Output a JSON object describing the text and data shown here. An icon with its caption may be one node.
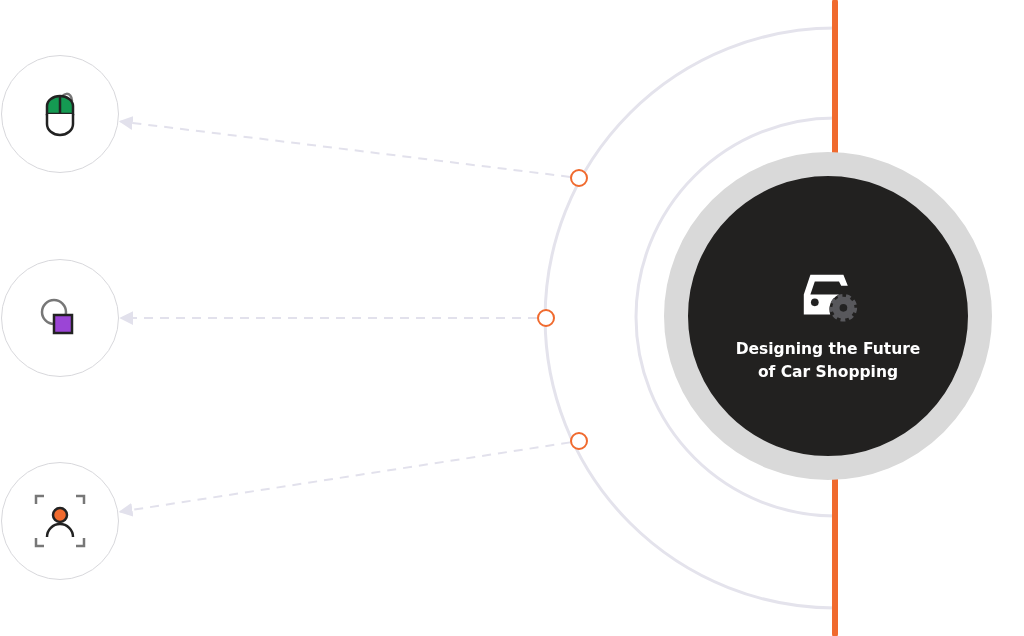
{
  "diagram": {
    "nodes": [
      {
        "text": [
          "Designing the Future of Car Shopping"
        ]
      },
      {
        "text": [],
        "shape": "circle"
      },
      {
        "text": [],
        "shape": "circle"
      },
      {
        "text": [],
        "shape": "circle"
      },
      {
        "text": [],
        "shape": "circle"
      },
      {
        "text": [],
        "shape": "circle"
      },
      {
        "text": [],
        "shape": "circle"
      }
    ],
    "edges": [
      {
        "from": 1,
        "to": 4,
        "arrow": "to"
      },
      {
        "from": 2,
        "to": 5,
        "arrow": "to"
      },
      {
        "from": 3,
        "to": 6,
        "arrow": "to"
      }
    ]
  }
}
